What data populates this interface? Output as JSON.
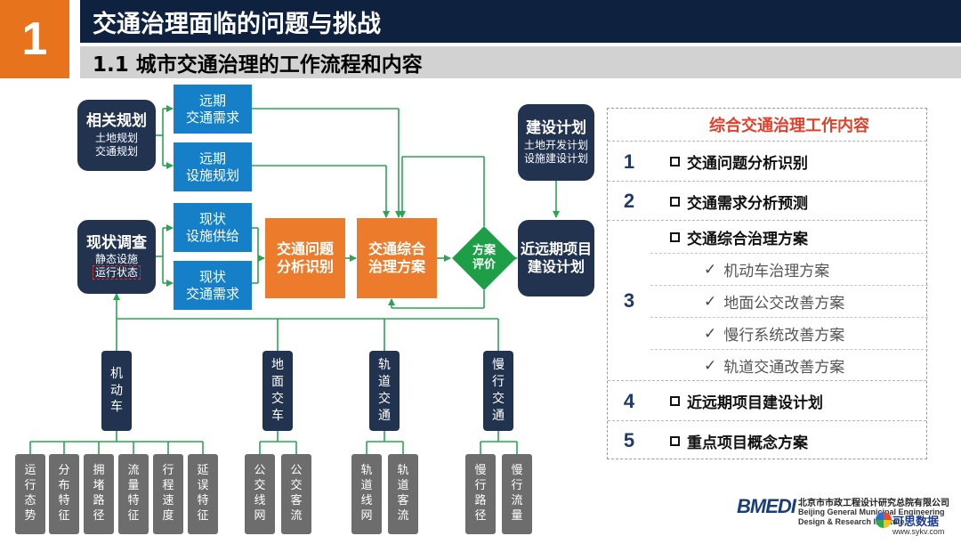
{
  "header": {
    "section_number": "1",
    "title": "交通治理面临的问题与挑战",
    "subtitle": "1.1 城市交通治理的工作流程和内容"
  },
  "flow": {
    "related_planning": {
      "title": "相关规划",
      "lines": [
        "土地规划",
        "交通规划"
      ]
    },
    "current_survey": {
      "title": "现状调查",
      "line1": "静态设施",
      "line2": "运行状态"
    },
    "blue_boxes": [
      [
        "远期",
        "交通需求"
      ],
      [
        "远期",
        "设施规划"
      ],
      [
        "现状",
        "设施供给"
      ],
      [
        "现状",
        "交通需求"
      ]
    ],
    "problem_analysis": [
      "交通问题",
      "分析识别"
    ],
    "governance_plan": [
      "交通综合",
      "治理方案"
    ],
    "evaluation": [
      "方案",
      "评价"
    ],
    "construction_plan": {
      "title": "建设计划",
      "lines": [
        "土地开发计划",
        "设施建设计划"
      ]
    },
    "project_plan": [
      "近远期项目",
      "建设计划"
    ],
    "categories": [
      {
        "label": [
          "机",
          "动",
          "车"
        ],
        "children": [
          [
            "运",
            "行",
            "态",
            "势"
          ],
          [
            "分",
            "布",
            "特",
            "征"
          ],
          [
            "拥",
            "堵",
            "路",
            "径"
          ],
          [
            "流",
            "量",
            "特",
            "征"
          ],
          [
            "行",
            "程",
            "速",
            "度"
          ],
          [
            "延",
            "误",
            "特",
            "征"
          ]
        ]
      },
      {
        "label": [
          "地",
          "面",
          "交",
          "车"
        ],
        "children": [
          [
            "公",
            "交",
            "线",
            "网"
          ],
          [
            "公",
            "交",
            "客",
            "流"
          ]
        ]
      },
      {
        "label": [
          "轨",
          "道",
          "交",
          "通"
        ],
        "children": [
          [
            "轨",
            "道",
            "线",
            "网"
          ],
          [
            "轨",
            "道",
            "客",
            "流"
          ]
        ]
      },
      {
        "label": [
          "慢",
          "行",
          "交",
          "通"
        ],
        "children": [
          [
            "慢",
            "行",
            "路",
            "径"
          ],
          [
            "慢",
            "行",
            "流",
            "量"
          ]
        ]
      }
    ]
  },
  "table": {
    "header": "综合交通治理工作内容",
    "rows": [
      {
        "num": "1",
        "text": "交通问题分析识别"
      },
      {
        "num": "2",
        "text": "交通需求分析预测"
      },
      {
        "num": "3",
        "text": "交通综合治理方案",
        "sub": [
          "机动车治理方案",
          "地面公交改善方案",
          "慢行系统改善方案",
          "轨道交通改善方案"
        ]
      },
      {
        "num": "4",
        "text": "近远期项目建设计划"
      },
      {
        "num": "5",
        "text": "重点项目概念方案"
      }
    ]
  },
  "logo": {
    "mark": "BMEDI",
    "cn": "北京市市政工程设计研究总院有限公司",
    "en1": "Beijing General Municipal Engineering",
    "en2": "Design & Research Institute"
  },
  "watermark": {
    "text": "可思数据",
    "url": "www.sykv.com"
  },
  "colors": {
    "navy": "#22334f",
    "blue": "#1580c8",
    "orange": "#ec7b2c",
    "green": "#1e9e46",
    "accent_red": "#e2402a",
    "section_orange": "#e8731d"
  }
}
